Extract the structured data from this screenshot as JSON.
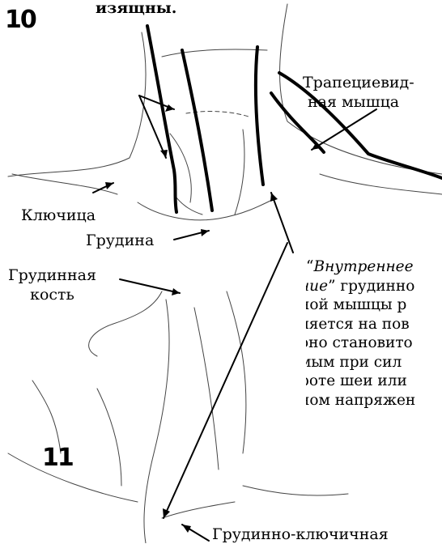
{
  "figure_numbers": {
    "top": "10",
    "bottom": "11"
  },
  "header_fragment": "изящны.",
  "labels": {
    "trapezius_line1": "Трапециевид-",
    "trapezius_line2": "ная мышца",
    "clavicle": "Ключица",
    "sternum": "Грудина",
    "breastbone_line1": "Грудинная",
    "breastbone_line2": "кость",
    "sternoclavicular": "Грудинно-ключичная"
  },
  "caption": {
    "line1_quote_open": "“",
    "line1_italic": "Внутреннее",
    "line2_italic": "ние",
    "line2_rest": "” грудинно",
    "line3": "ной мышцы р",
    "line4": "ляется на пов",
    "line5": "оно становито",
    "line6": "мым при сил",
    "line7": "роте шеи или",
    "line8": "ном напряжен"
  },
  "colors": {
    "ink": "#000000",
    "sketch": "#555555",
    "paper": "#ffffff"
  }
}
